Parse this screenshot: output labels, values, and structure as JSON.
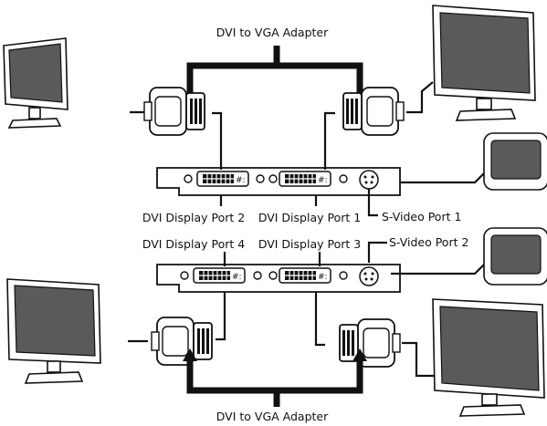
{
  "labels": {
    "adapter_top": "DVI to VGA Adapter",
    "adapter_bottom": "DVI to VGA Adapter",
    "dvi_port_1": "DVI Display Port 1",
    "dvi_port_2": "DVI Display Port 2",
    "dvi_port_3": "DVI Display Port 3",
    "dvi_port_4": "DVI Display Port 4",
    "svideo_port_1": "S-Video Port 1",
    "svideo_port_2": "S-Video Port 2"
  },
  "colors": {
    "line": "#111111",
    "screen": "#5a5a5a",
    "background": "#ffffff"
  }
}
